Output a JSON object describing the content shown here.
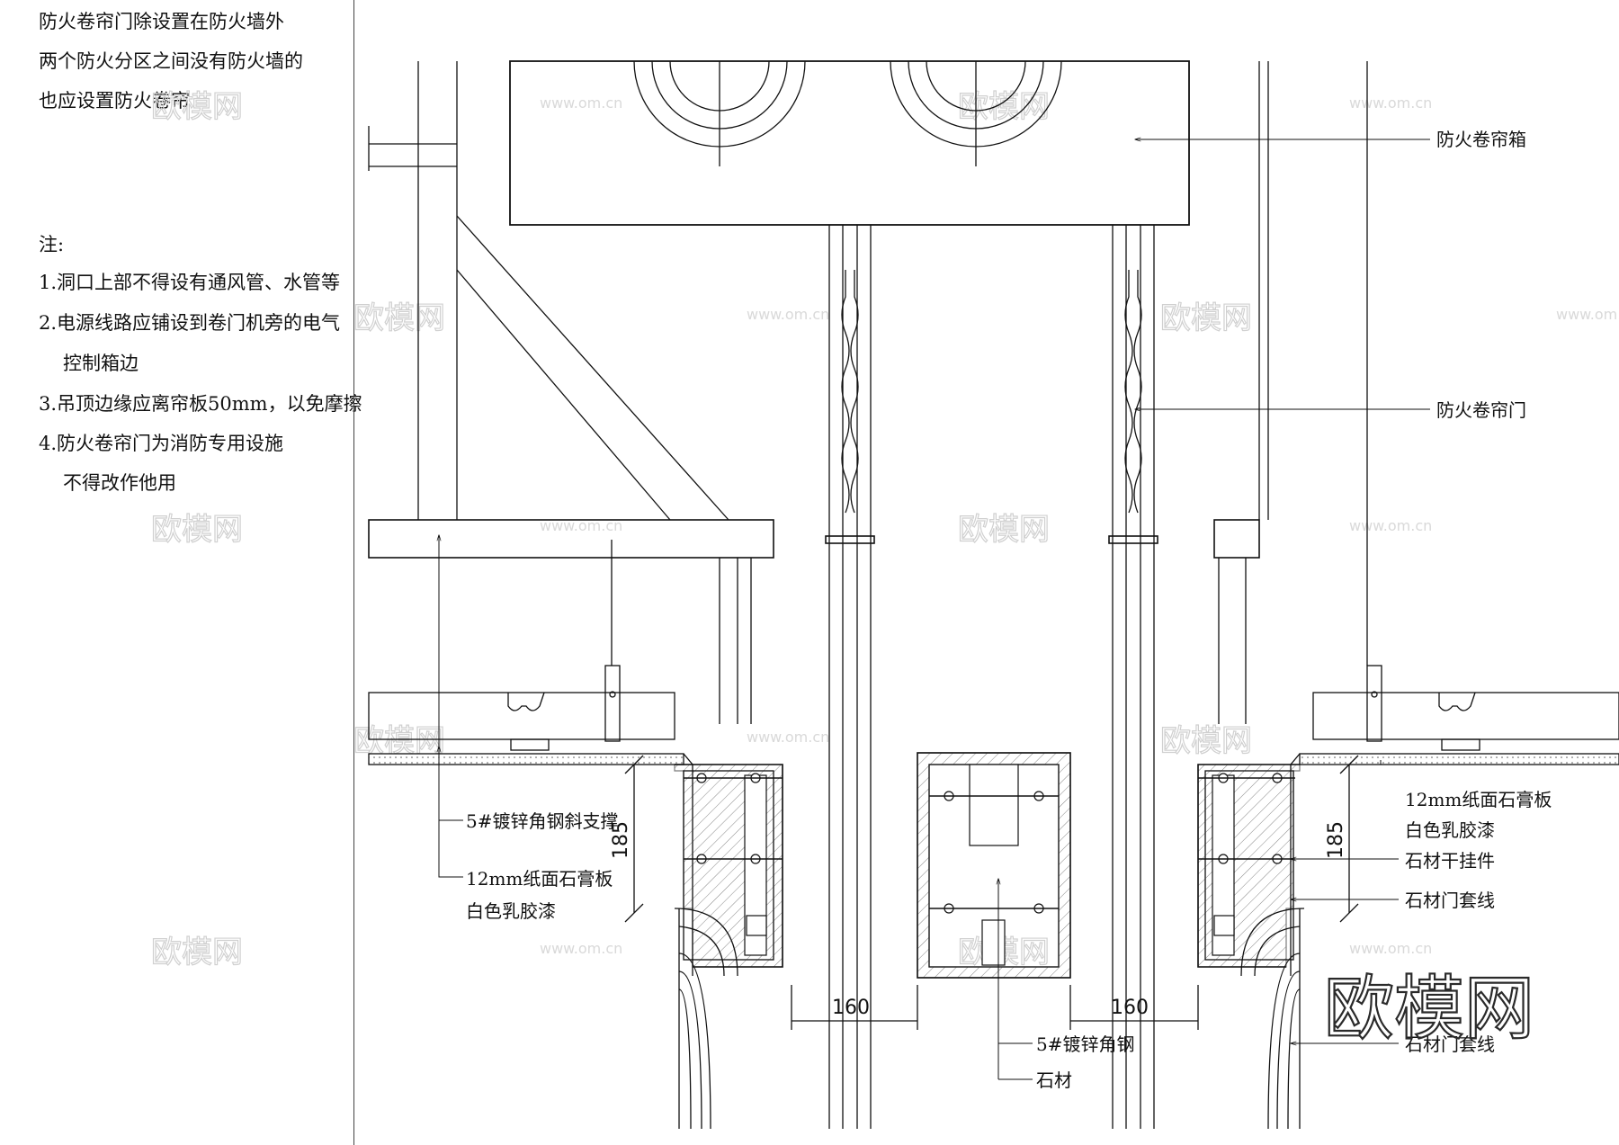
{
  "intro": [
    "防火卷帘门除设置在防火墙外",
    "两个防火分区之间没有防火墙的",
    "也应设置防火卷帘"
  ],
  "note_heading": "注:",
  "notes": [
    {
      "text": "1.洞口上部不得设有通风管、水管等",
      "indent": false
    },
    {
      "text": "2.电源线路应铺设到卷门机旁的电气",
      "indent": false
    },
    {
      "text": "控制箱边",
      "indent": true
    },
    {
      "text": "3.吊顶边缘应离帘板50mm，以免摩擦",
      "indent": false
    },
    {
      "text": "4.防火卷帘门为消防专用设施",
      "indent": false
    },
    {
      "text": "不得改作他用",
      "indent": true
    }
  ],
  "labels": {
    "box": "防火卷帘箱",
    "curtain": "防火卷帘门",
    "left_brace": "5#镀锌角钢斜支撑",
    "left_board_1": "12mm纸面石膏板",
    "left_board_2": "白色乳胶漆",
    "right_board_1": "12mm纸面石膏板",
    "right_board_2": "白色乳胶漆",
    "stone_hanger": "石材干挂件",
    "door_trim_1": "石材门套线",
    "door_trim_2": "石材门套线",
    "angle_steel": "5#镀锌角钢",
    "stone": "石材"
  },
  "dimensions": {
    "left_height": "185",
    "right_height": "185",
    "left_gap": "160",
    "right_gap": "160"
  },
  "watermark": {
    "text": "欧模网",
    "url": "www.om.cn"
  },
  "logo": "欧模网"
}
